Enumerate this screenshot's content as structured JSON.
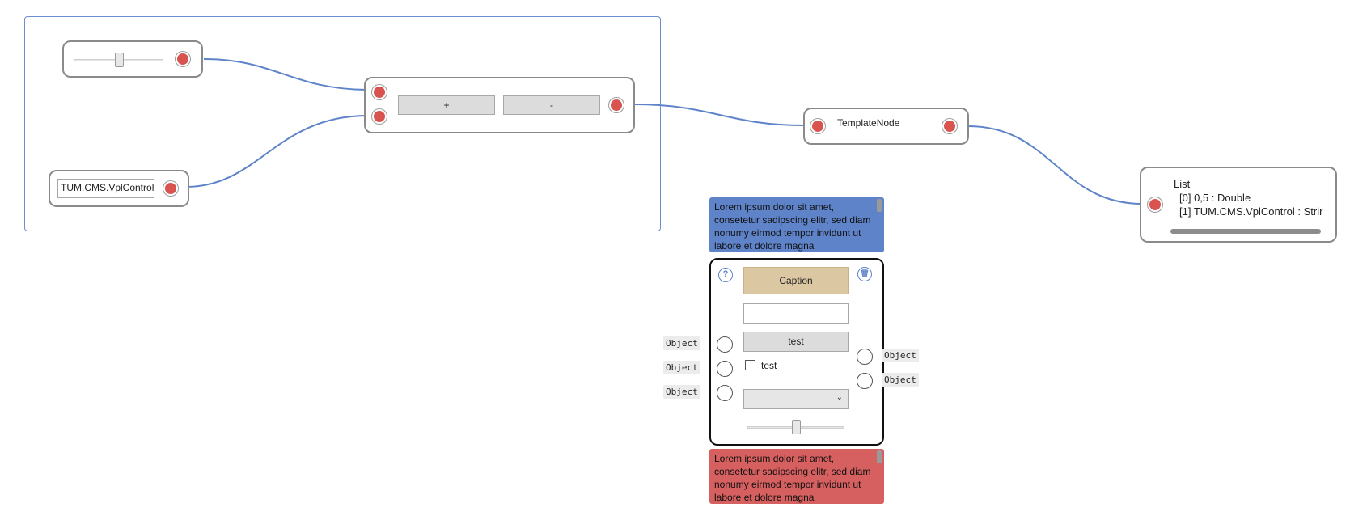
{
  "group": {
    "label": ""
  },
  "slider_node": {
    "value_fraction": 0.5
  },
  "math_node": {
    "plus_label": "+",
    "minus_label": "-"
  },
  "text_node": {
    "value": "TUM.CMS.VplControl"
  },
  "template_node": {
    "title": "TemplateNode"
  },
  "list_node": {
    "title": "List",
    "items": [
      "[0] 0,5 : Double",
      "[1] TUM.CMS.VplControl : Strir"
    ]
  },
  "comment_top": {
    "text": "Lorem ipsum dolor sit amet, consetetur sadipscing elitr, sed diam nonumy eirmod tempor invidunt ut labore et dolore magna"
  },
  "comment_bottom": {
    "text": "Lorem ipsum dolor sit amet, consetetur sadipscing elitr, sed diam nonumy eirmod tempor invidunt ut labore et dolore magna"
  },
  "control_node": {
    "help_icon": "?",
    "delete_icon": "🗑",
    "caption": "Caption",
    "textbox_value": "",
    "button_label": "test",
    "checkbox_label": "test",
    "checkbox_checked": false,
    "combo_value": "",
    "slider_value_fraction": 0.5,
    "input_labels": [
      "Object",
      "Object",
      "Object"
    ],
    "output_labels": [
      "Object",
      "Object"
    ]
  },
  "colors": {
    "connector": "#5f83c9",
    "port": "#d9534f",
    "comment_blue": "#5f83c9",
    "comment_red": "#d65f5f",
    "caption_bg": "#dcc7a3"
  }
}
